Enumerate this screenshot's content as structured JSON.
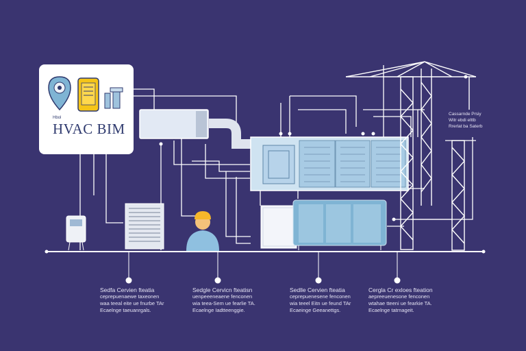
{
  "card": {
    "small_label": "Hbol",
    "title": "HVAC BIM",
    "icons": [
      "map-pin-gear-icon",
      "mobile-device-icon",
      "bolt-tools-icon"
    ]
  },
  "captions": [
    {
      "heading": "Sedfa Cervien fteatia",
      "line1": "ceprepuenaewe taxeonen",
      "line2": "waa teeal eite ue fnurbe TAr",
      "line3": "Ecaelnge taeuanrgals."
    },
    {
      "heading": "Sedgle Cervicn fteatisn",
      "line1": "uenpeeeneaene fenconen",
      "line2": "wia teea-Sem ue fearlie TA.",
      "line3": "Ecaelnge Iadtteenggie."
    },
    {
      "heading": "Sedlle Cervien fteatia",
      "line1": "ceprepuenesene fenconen",
      "line2": "wia teeel Eitn ue feund TAr",
      "line3": "Ecaeinge Geeanettgs."
    },
    {
      "heading": "Cergla Cr exloes fteation",
      "line1": "aepreeuenesone fenconen",
      "line2": "wtahae tteeni ue fearkie TA.",
      "line3": "Ecaelnge tatrnageit."
    }
  ],
  "crane_caption": {
    "line1": "Cassarnde Prsiy",
    "line2": "Witr ebdi elttb",
    "line3": "Rrerlat ba Saterb"
  },
  "colors": {
    "background": "#3a3470",
    "line": "#ffffff",
    "panel": "#cfe3f1",
    "unit": "#7fb4d4",
    "accent": "#f5c518"
  }
}
